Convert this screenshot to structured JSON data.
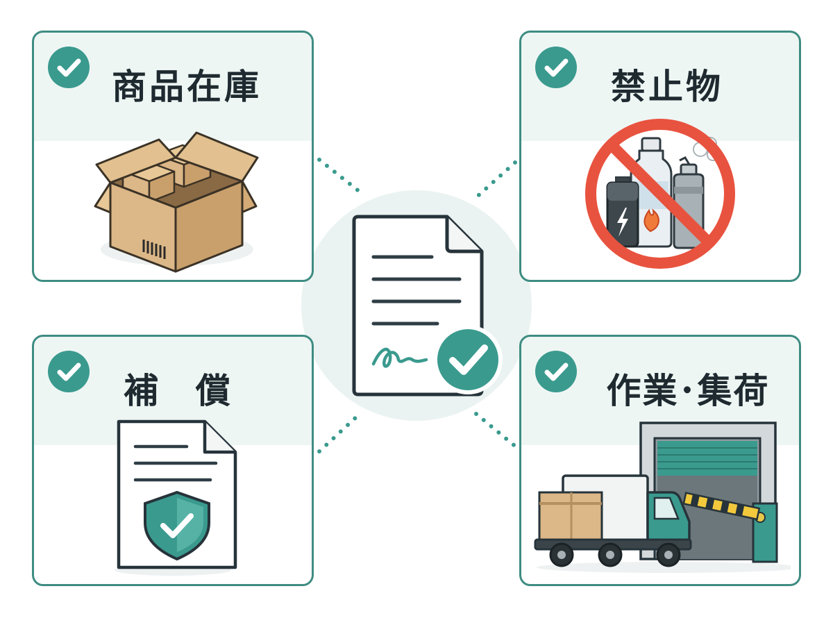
{
  "cards": {
    "inventory": {
      "title": "商品在庫",
      "icon": "cardboard-box-icon"
    },
    "prohibited": {
      "title": "禁止物",
      "icon": "prohibited-items-icon"
    },
    "compensation": {
      "title": "補 償",
      "icon": "shield-document-icon"
    },
    "operations": {
      "title": "作業･集荷",
      "icon": "truck-warehouse-icon"
    }
  },
  "center": {
    "icon": "signed-contract-icon"
  },
  "colors": {
    "accent": "#3a9a8e",
    "border": "#3e8c82",
    "header_bg": "#eef6f4",
    "prohibit_red": "#e8533f",
    "box_tan": "#dcb787"
  }
}
